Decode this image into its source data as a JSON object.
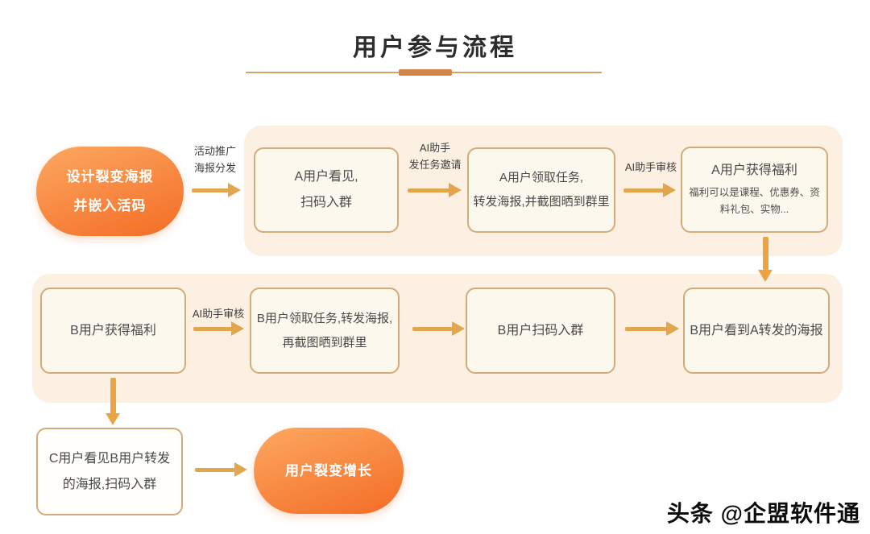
{
  "title": {
    "text": "用户参与流程"
  },
  "colors": {
    "band_bg": "#fbf0e1",
    "box_bg": "#fdf8ee",
    "box_border": "#d3ab7b",
    "arrow_horizontal": "#e2a64e",
    "arrow_vertical": "#eca443",
    "pill_gradient_start": "#fca55e",
    "pill_gradient_end": "#f46f28",
    "divider_line": "#d3a26d",
    "divider_accent": "#d0874b"
  },
  "flow": {
    "start": {
      "label": "设计裂变海报\n并嵌入活码"
    },
    "r1": {
      "arrow1_label": "活动推广\n海报分发",
      "box1": "A用户看见,\n扫码入群",
      "arrow2_label": "AI助手\n发任务邀请",
      "box2": "A用户领取任务,\n转发海报,并截图晒到群里",
      "arrow3_label": "AI助手审核",
      "box3_title": "A用户获得福利",
      "box3_sub": "福利可以是课程、优惠券、资\n料礼包、实物..."
    },
    "r2": {
      "box1": "B用户获得福利",
      "arrow1_label": "AI助手审核",
      "box2": "B用户领取任务,转发海报,\n再截图晒到群里",
      "box3": "B用户扫码入群",
      "box4": "B用户看到A转发的海报"
    },
    "r3": {
      "box1": "C用户看见B用户转发\n的海报,扫码入群",
      "end_label": "用户裂变增长"
    }
  },
  "watermark": {
    "text": "头条 @企盟软件通"
  }
}
